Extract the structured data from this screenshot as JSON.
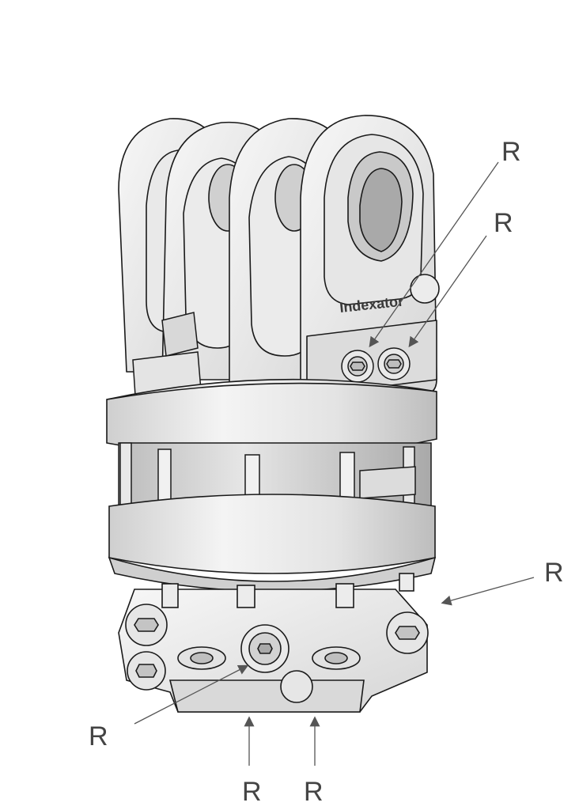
{
  "diagram": {
    "brand_text": "Indexator",
    "callouts": [
      {
        "id": "r1",
        "label": "R"
      },
      {
        "id": "r2",
        "label": "R"
      },
      {
        "id": "r3",
        "label": "R"
      },
      {
        "id": "r4",
        "label": "R"
      },
      {
        "id": "r5",
        "label": "R"
      },
      {
        "id": "r6",
        "label": "R"
      }
    ]
  },
  "colors": {
    "line": "#1a1a1a",
    "body_light": "#f2f2f2",
    "body_mid": "#d9d9d9",
    "body_dark": "#b5b5b5",
    "arrow": "#555555",
    "text": "#444444"
  }
}
